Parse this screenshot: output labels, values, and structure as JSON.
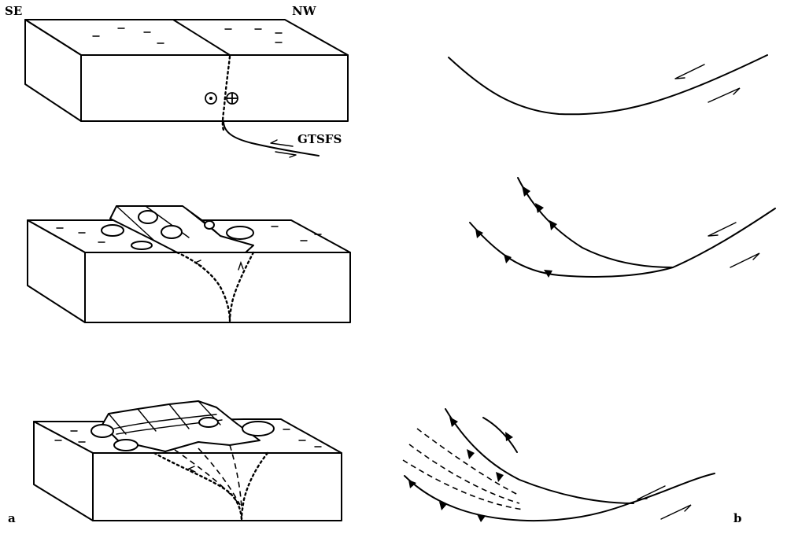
{
  "labels": {
    "se": "SE",
    "nw": "NW",
    "fault_system": "GTSFS",
    "panel_a": "a",
    "panel_b": "b"
  }
}
